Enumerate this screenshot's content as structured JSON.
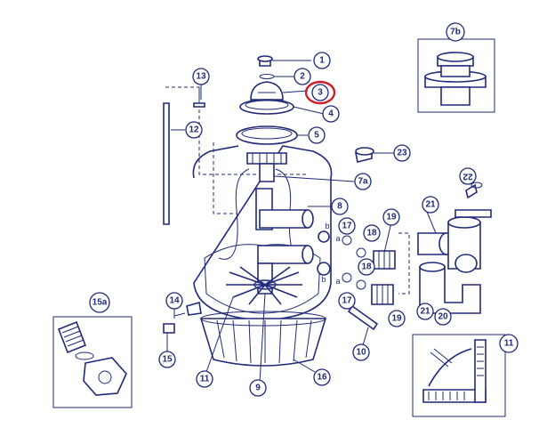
{
  "callouts": {
    "c1": "1",
    "c2": "2",
    "c3": "3",
    "c4": "4",
    "c5": "5",
    "c7a": "7a",
    "c7b": "7b",
    "c8": "8",
    "c9": "9",
    "c10": "10",
    "c11a": "11",
    "c11b": "11",
    "c12": "12",
    "c13": "13",
    "c14": "14",
    "c15": "15",
    "c15a": "15a",
    "c16": "16",
    "c17a": "17",
    "c17b": "17",
    "c18a": "18",
    "c18b": "18",
    "c19a": "19",
    "c19b": "19",
    "c20": "20",
    "c21a": "21",
    "c21b": "21",
    "c22": "22",
    "c23": "23"
  },
  "letters": {
    "a1": "a",
    "b1": "b",
    "a2": "a",
    "b2": "b"
  },
  "colors": {
    "ink": "#1f2a7a",
    "highlight": "#d0202a"
  }
}
